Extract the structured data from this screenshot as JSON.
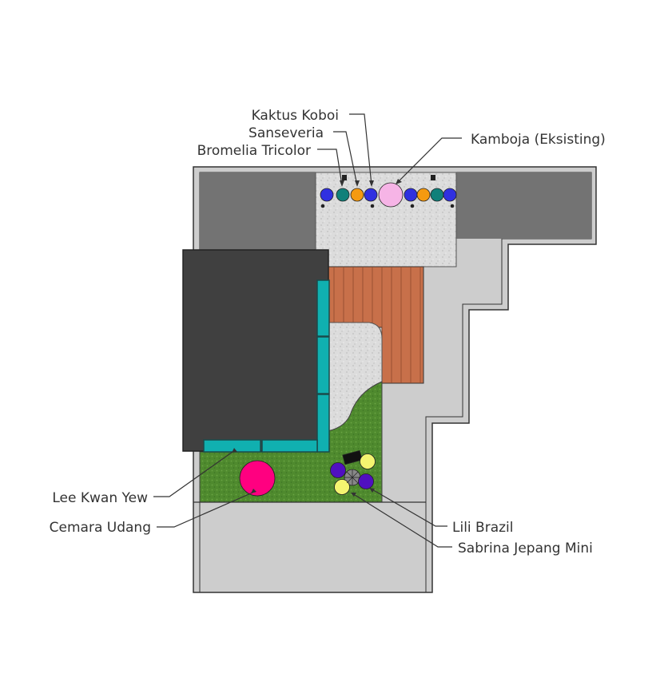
{
  "labels": {
    "kaktus_koboi": "Kaktus Koboi",
    "sanseveria": "Sanseveria",
    "bromelia_tricolor": "Bromelia Tricolor",
    "kamboja": "Kamboja (Eksisting)",
    "lee_kwan_yew": "Lee Kwan Yew",
    "cemara_udang": "Cemara Udang",
    "lili_brazil": "Lili Brazil",
    "sabrina_jepang_mini": "Sabrina Jepang Mini"
  },
  "colors": {
    "paving": "#cdcdcd",
    "paving_outline": "#333333",
    "roof": "#404040",
    "dark_paving": "#737373",
    "gravel": "#dcdcdc",
    "deck": "#c8704a",
    "deck_line": "#8e4a2c",
    "grass": "#4f8a2e",
    "planter": "#10b0b0",
    "kamboja": "#f6b4e6",
    "cemara_udang": "#ff0080",
    "bromelia": "#3030e0",
    "sanseveria": "#f59a10",
    "kaktus": "#10807a",
    "lili_purple": "#5010c0",
    "lili_yellow": "#f4f470"
  }
}
